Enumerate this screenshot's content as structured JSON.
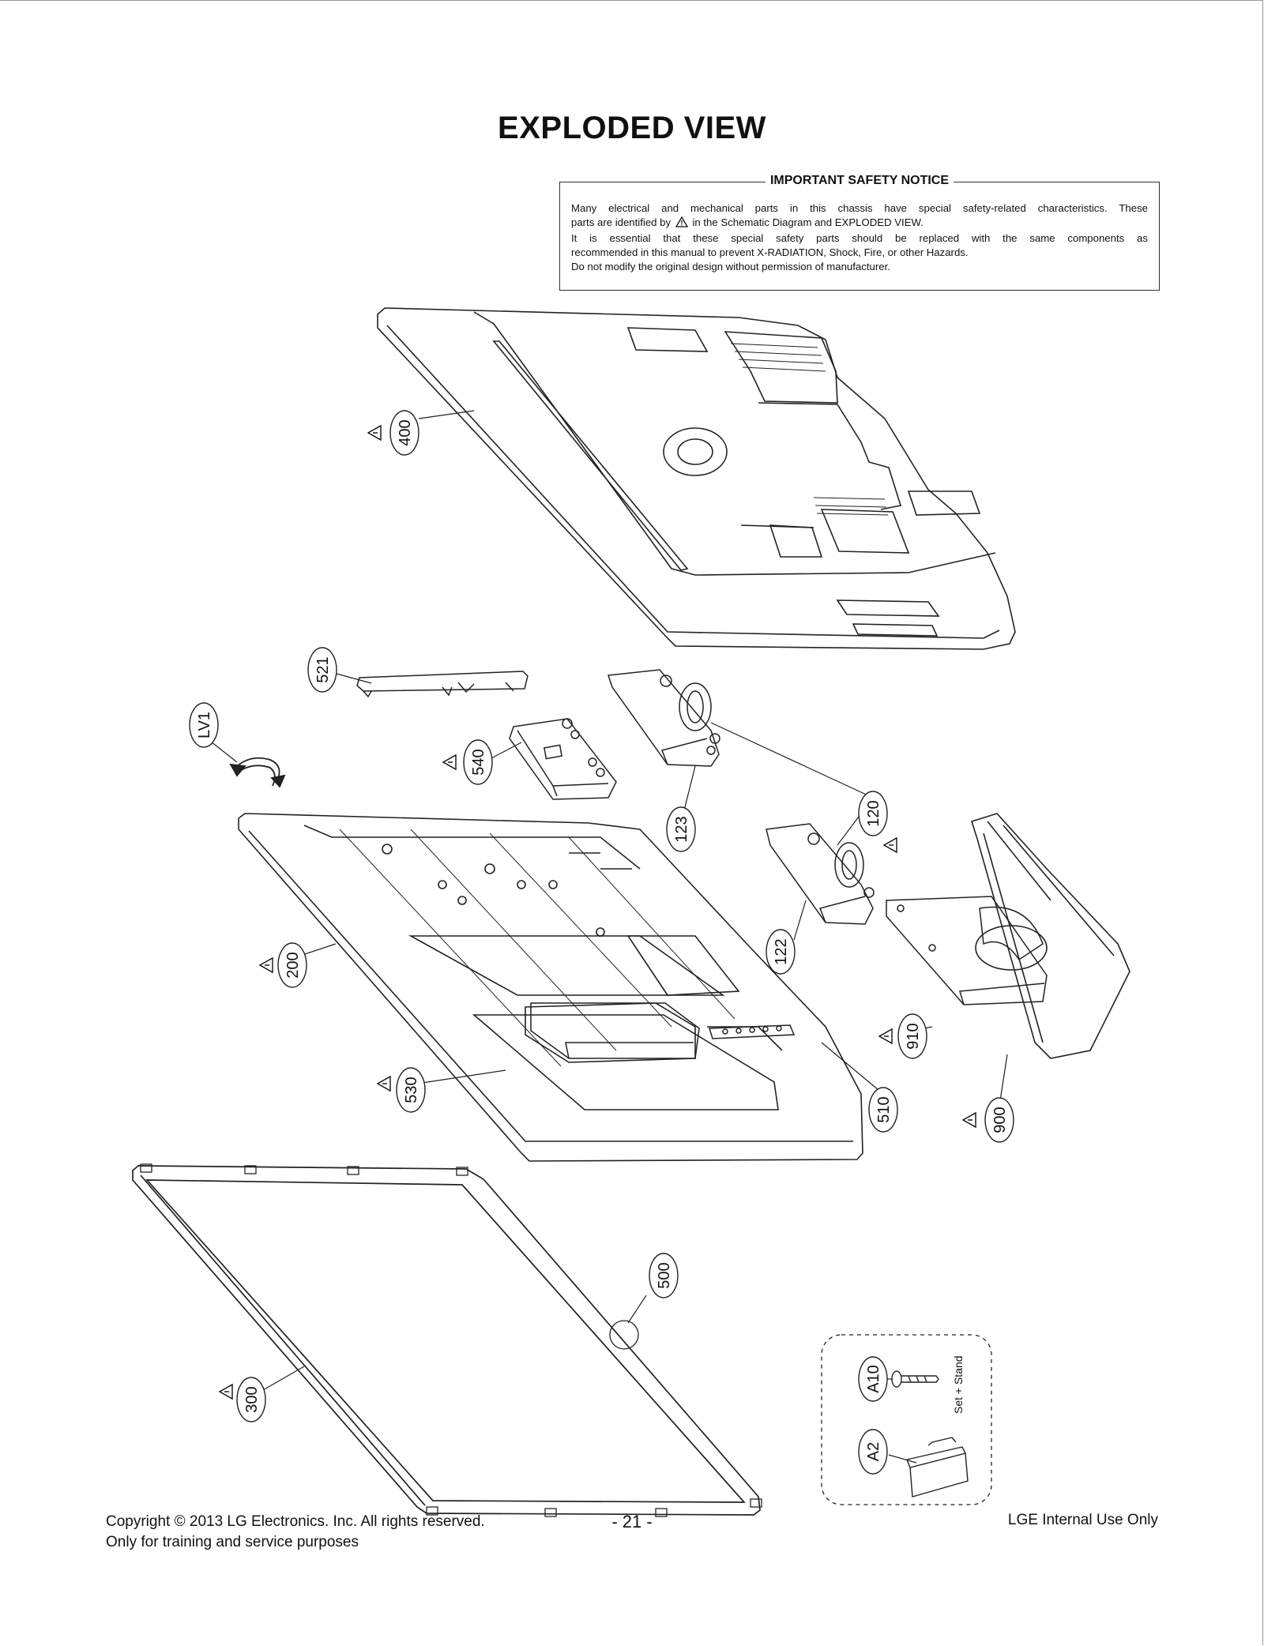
{
  "title": "EXPLODED VIEW",
  "notice": {
    "heading": "IMPORTANT SAFETY NOTICE",
    "line1": "Many electrical and mechanical parts in this chassis have special safety-related characteristics. These",
    "line2a": "parts are identified by",
    "line2b": "in the Schematic Diagram and EXPLODED VIEW.",
    "line3": "It is essential that these special safety parts should be replaced with the same components as",
    "line4": "recommended in this manual to prevent X-RADIATION, Shock, Fire, or other Hazards.",
    "line5": "Do not modify the original design without permission of manufacturer."
  },
  "callouts": {
    "c400": "400",
    "c521": "521",
    "LV1": "LV1",
    "c540": "540",
    "c123": "123",
    "c120": "120",
    "c122": "122",
    "c200": "200",
    "c530": "530",
    "c510": "510",
    "c910": "910",
    "c900": "900",
    "c500": "500",
    "c300": "300",
    "A10": "A10",
    "A2": "A2"
  },
  "screw_note": "Set + Stand",
  "footer": {
    "copyright": "Copyright  © 2013 LG Electronics. Inc. All rights reserved.",
    "purpose": "Only for training and service purposes",
    "page": "- 21 -",
    "internal": "LGE Internal Use Only"
  }
}
